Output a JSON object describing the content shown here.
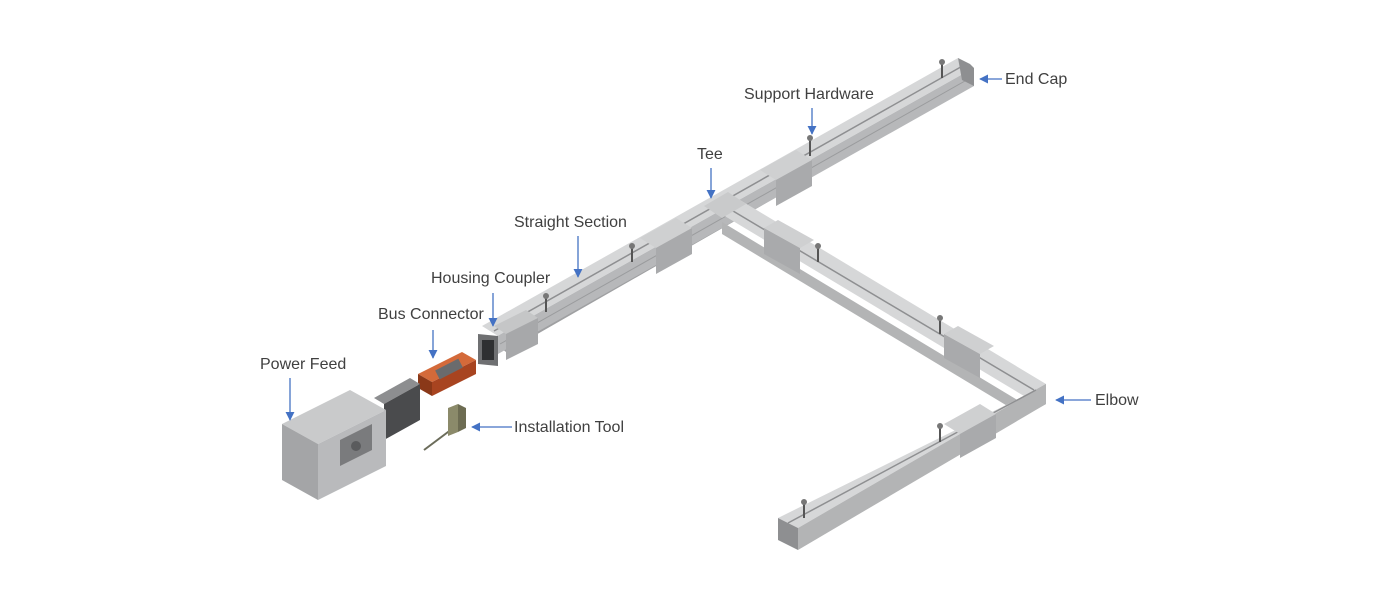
{
  "labels": {
    "end_cap": "End Cap",
    "support_hardware": "Support Hardware",
    "tee": "Tee",
    "straight_section": "Straight Section",
    "housing_coupler": "Housing Coupler",
    "bus_connector": "Bus Connector",
    "power_feed": "Power Feed",
    "installation_tool": "Installation Tool",
    "elbow": "Elbow"
  },
  "colors": {
    "label_text": "#404040",
    "arrow": "#4472c4",
    "housing_light": "#d4d5d6",
    "housing_mid": "#b3b4b5",
    "housing_dark": "#8c8d8f",
    "conductor_copper": "#c0552b"
  }
}
